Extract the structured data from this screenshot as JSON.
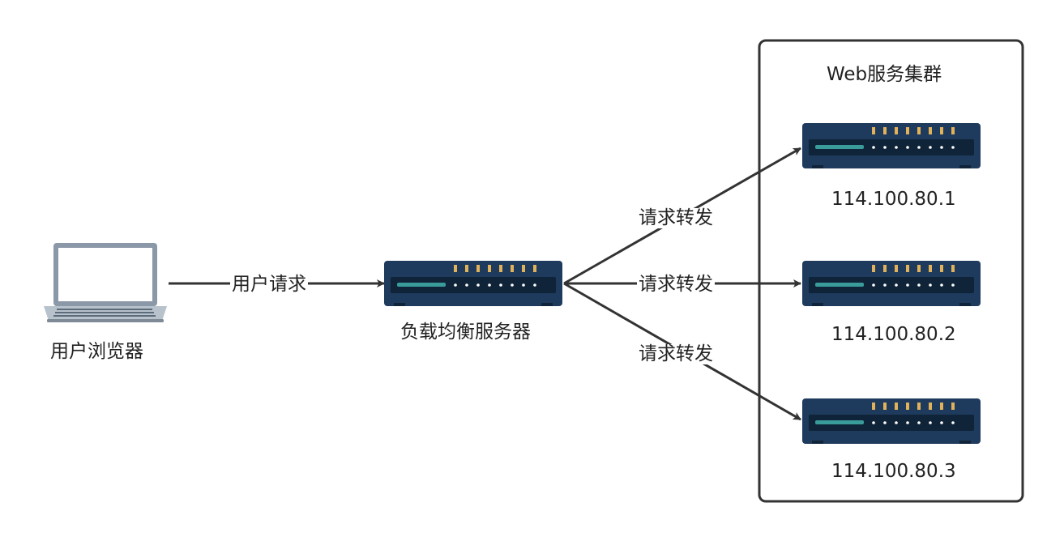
{
  "diagram": {
    "browser_label": "用户浏览器",
    "load_balancer_label": "负载均衡服务器",
    "cluster_title": "Web服务集群",
    "edges": {
      "user_request": "用户请求",
      "forward_1": "请求转发",
      "forward_2": "请求转发",
      "forward_3": "请求转发"
    },
    "servers": [
      {
        "ip": "114.100.80.1"
      },
      {
        "ip": "114.100.80.2"
      },
      {
        "ip": "114.100.80.3"
      }
    ]
  },
  "colors": {
    "device_body": "#1e3a5c",
    "device_panel": "#0f2438",
    "device_slot": "#3a9c9a",
    "device_led_top": "#e2b25a",
    "edge": "#333333",
    "cluster_border": "#333333"
  }
}
